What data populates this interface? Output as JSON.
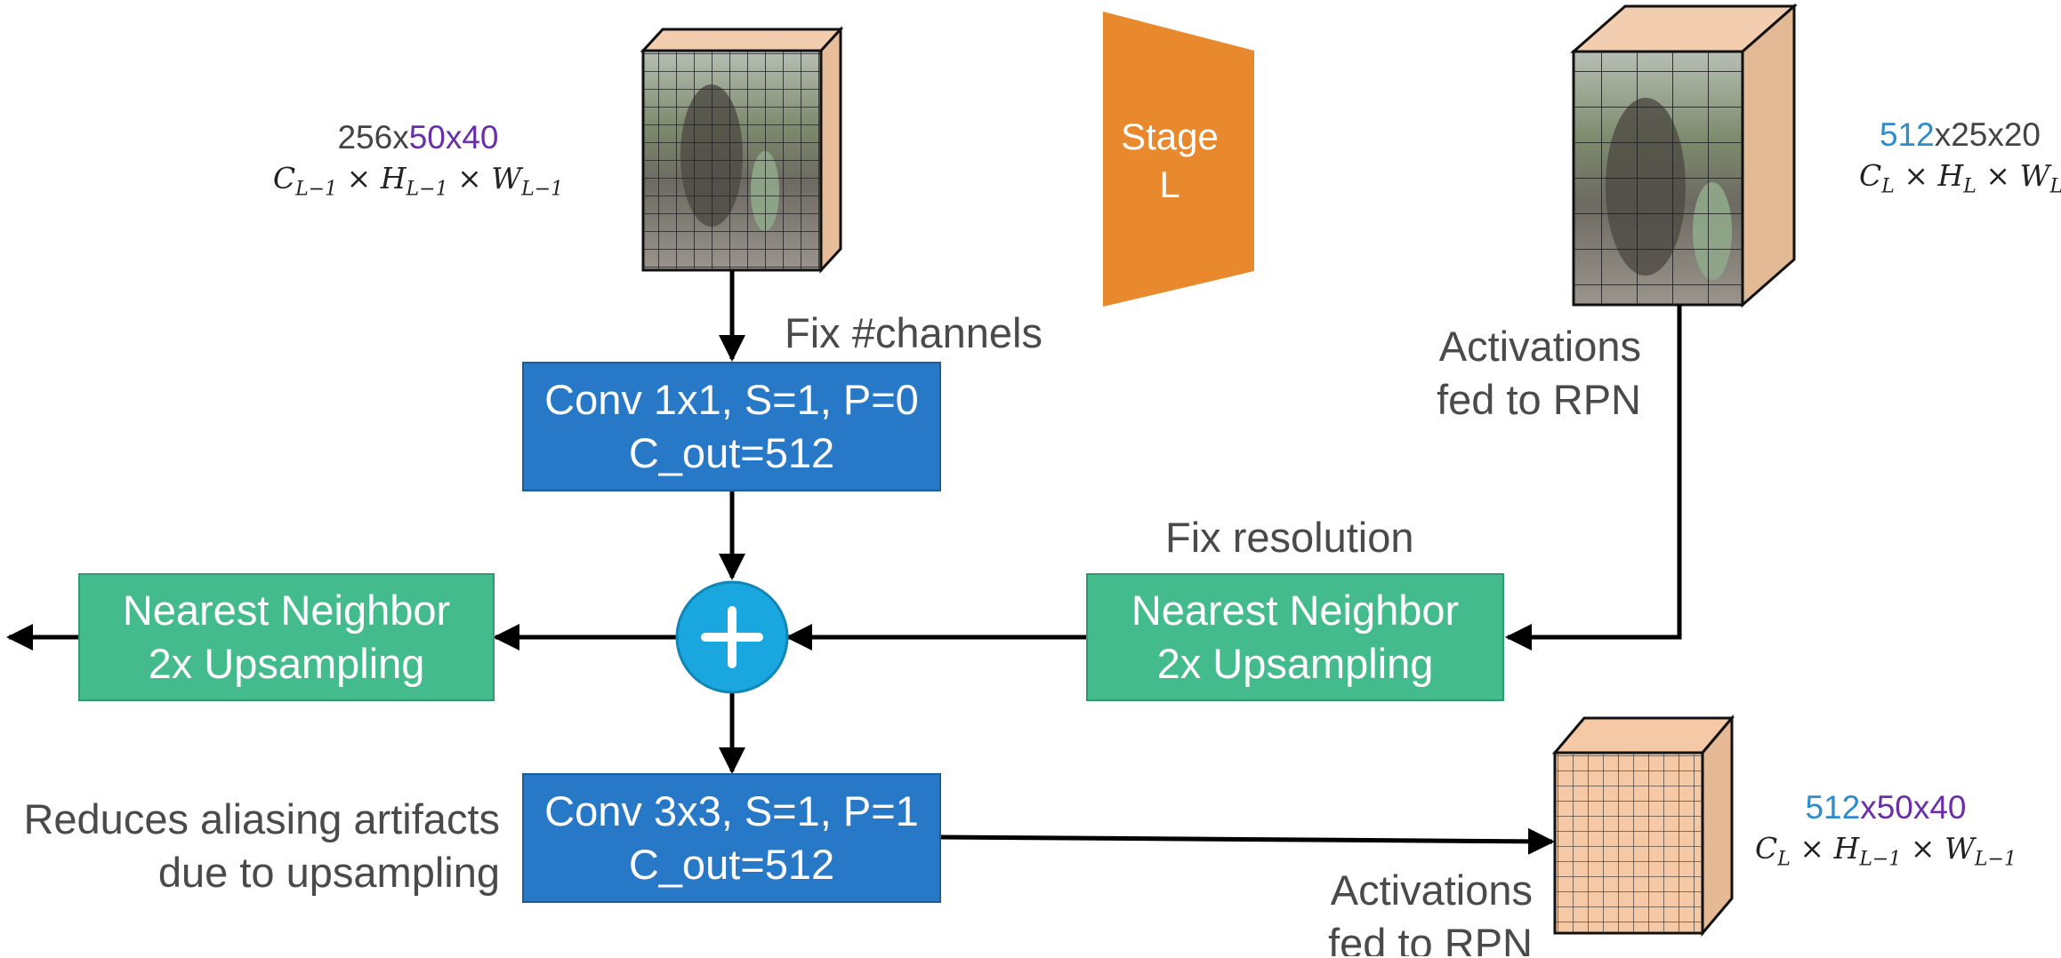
{
  "stage": {
    "line1": "Stage",
    "line2": "L"
  },
  "top_left_dims": {
    "channels": "256x",
    "hw": "50x40",
    "formula": "C",
    "f_sub1": "L−1",
    "f_h": "H",
    "f_sub2": "L−1",
    "f_w": "W",
    "f_sub3": "L−1"
  },
  "top_right_dims": {
    "channels": "512",
    "hw": "x25x20",
    "f_c": "C",
    "f_sub1": "L",
    "f_h": "H",
    "f_sub2": "L",
    "f_w": "W",
    "f_sub3": "L"
  },
  "bottom_right_dims": {
    "channels": "512",
    "hw": "x50x40",
    "f_c": "C",
    "f_sub1": "L",
    "f_h": "H",
    "f_sub2": "L−1",
    "f_w": "W",
    "f_sub3": "L−1"
  },
  "labels": {
    "fix_channels": "Fix #channels",
    "fix_resolution": "Fix resolution",
    "activations_top_1": "Activations",
    "activations_top_2": "fed to RPN",
    "activations_bottom_1": "Activations",
    "activations_bottom_2": "fed to RPN",
    "aliasing_1": "Reduces aliasing artifacts",
    "aliasing_2": "due to upsampling"
  },
  "boxes": {
    "conv1x1_line1": "Conv 1x1, S=1, P=0",
    "conv1x1_line2": "C_out=512",
    "conv3x3_line1": "Conv 3x3, S=1, P=1",
    "conv3x3_line2": "C_out=512",
    "nn_left_line1": "Nearest Neighbor",
    "nn_left_line2": "2x Upsampling",
    "nn_right_line1": "Nearest Neighbor",
    "nn_right_line2": "2x Upsampling"
  },
  "colors": {
    "conv": "#2878c8",
    "nn": "#44bb8d",
    "plus": "#1aa7e0",
    "stage": "#e8892e",
    "cube_face": "#f5c9a6",
    "cube_side": "#e5b994"
  }
}
